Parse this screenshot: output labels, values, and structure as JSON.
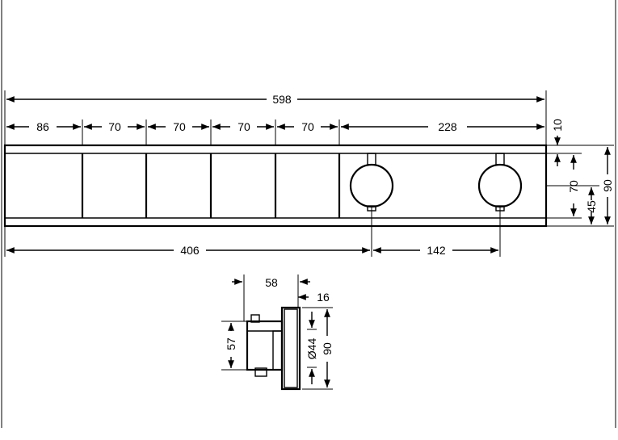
{
  "front_view": {
    "overall_width": "598",
    "segments": [
      "86",
      "70",
      "70",
      "70",
      "70",
      "228"
    ],
    "right_dims": {
      "top_gap": "10",
      "inner_height": "70",
      "knob_center": "45",
      "overall_height": "90"
    },
    "bottom_dims": {
      "left_to_knob": "406",
      "knob_spacing": "142"
    }
  },
  "side_view": {
    "depth": "58",
    "plate": "16",
    "knob_height": "57",
    "diameter": "Ø44",
    "height": "90"
  }
}
